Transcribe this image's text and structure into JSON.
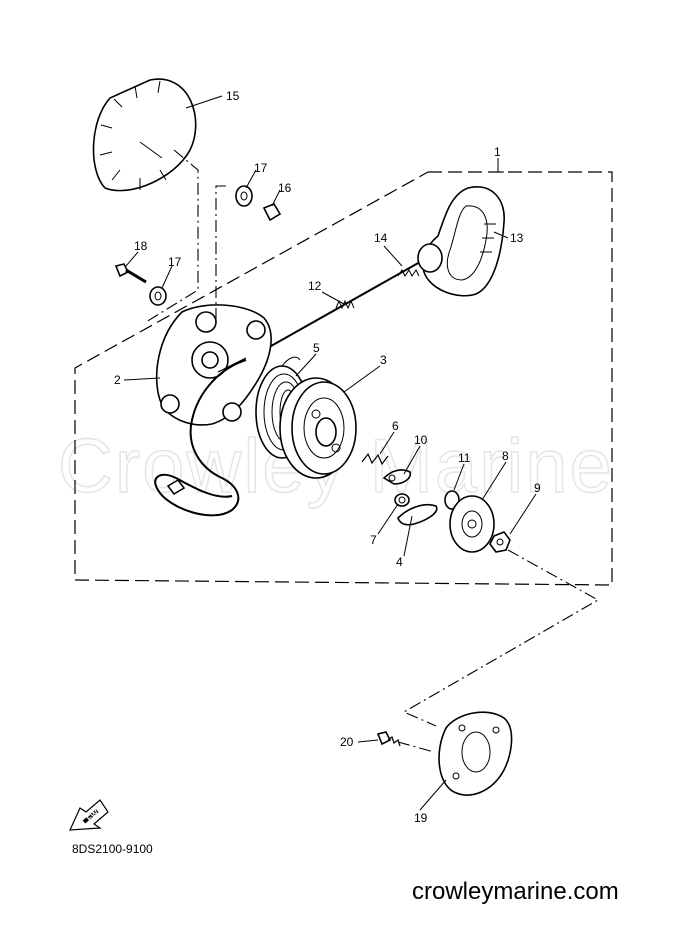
{
  "watermark": "Crowley Marine",
  "drawing_code": "8DS2100-9100",
  "site": "crowleymarine.com",
  "arrow_label": "FWD",
  "callouts": {
    "c1": "1",
    "c2": "2",
    "c3": "3",
    "c4": "4",
    "c5": "5",
    "c6": "6",
    "c7": "7",
    "c8": "8",
    "c9": "9",
    "c10": "10",
    "c11": "11",
    "c12": "12",
    "c13": "13",
    "c14": "14",
    "c15": "15",
    "c16": "16",
    "c17a": "17",
    "c17b": "17",
    "c18": "18",
    "c19": "19",
    "c20": "20"
  }
}
